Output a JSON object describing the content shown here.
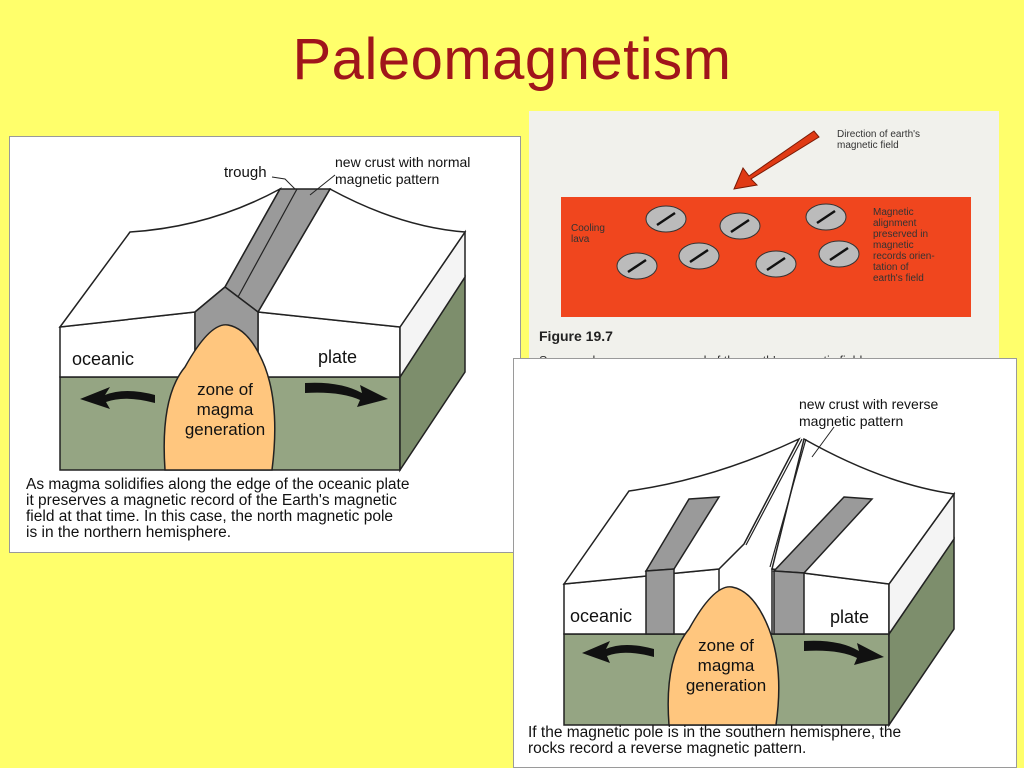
{
  "slide": {
    "title": "Paleomagnetism"
  },
  "normal_panel": {
    "labels": {
      "trough": "trough",
      "new_crust_line1": "new crust with normal",
      "new_crust_line2": "magnetic pattern",
      "oceanic": "oceanic",
      "plate": "plate",
      "zone1": "zone of",
      "zone2": "magma",
      "zone3": "generation"
    },
    "caption": [
      "As magma solidifies along the edge of the oceanic plate",
      "it preserves a magnetic record of the Earth's magnetic",
      "field at that time.  In this case, the north magnetic pole",
      "is in the northern hemisphere."
    ]
  },
  "figure_panel": {
    "direction_label": [
      "Direction of earth's",
      "magnetic field"
    ],
    "cooling_label": [
      "Cooling",
      "lava"
    ],
    "alignment_label": [
      "Magnetic",
      "alignment",
      "preserved in",
      "magnetic",
      "records orien-",
      "tation of",
      "earth's field"
    ],
    "figure_number": "Figure 19.7",
    "figure_caption": "Some rocks preserve a record of the earth's magnetic field.",
    "colors": {
      "lava": "#f0461e"
    }
  },
  "reverse_panel": {
    "labels": {
      "new_crust_line1": "new crust with reverse",
      "new_crust_line2": "magnetic pattern",
      "oceanic": "oceanic",
      "plate": "plate",
      "zone1": "zone of",
      "zone2": "magma",
      "zone3": "generation"
    },
    "caption": [
      "If the magnetic pole is in the southern hemisphere, the",
      "rocks record a reverse magnetic pattern."
    ]
  },
  "colors": {
    "background": "#ffff6b",
    "title": "#a0151b",
    "mantle": "#95a583",
    "magma": "#ffc67e",
    "crust_gray": "#9a9a9a"
  }
}
